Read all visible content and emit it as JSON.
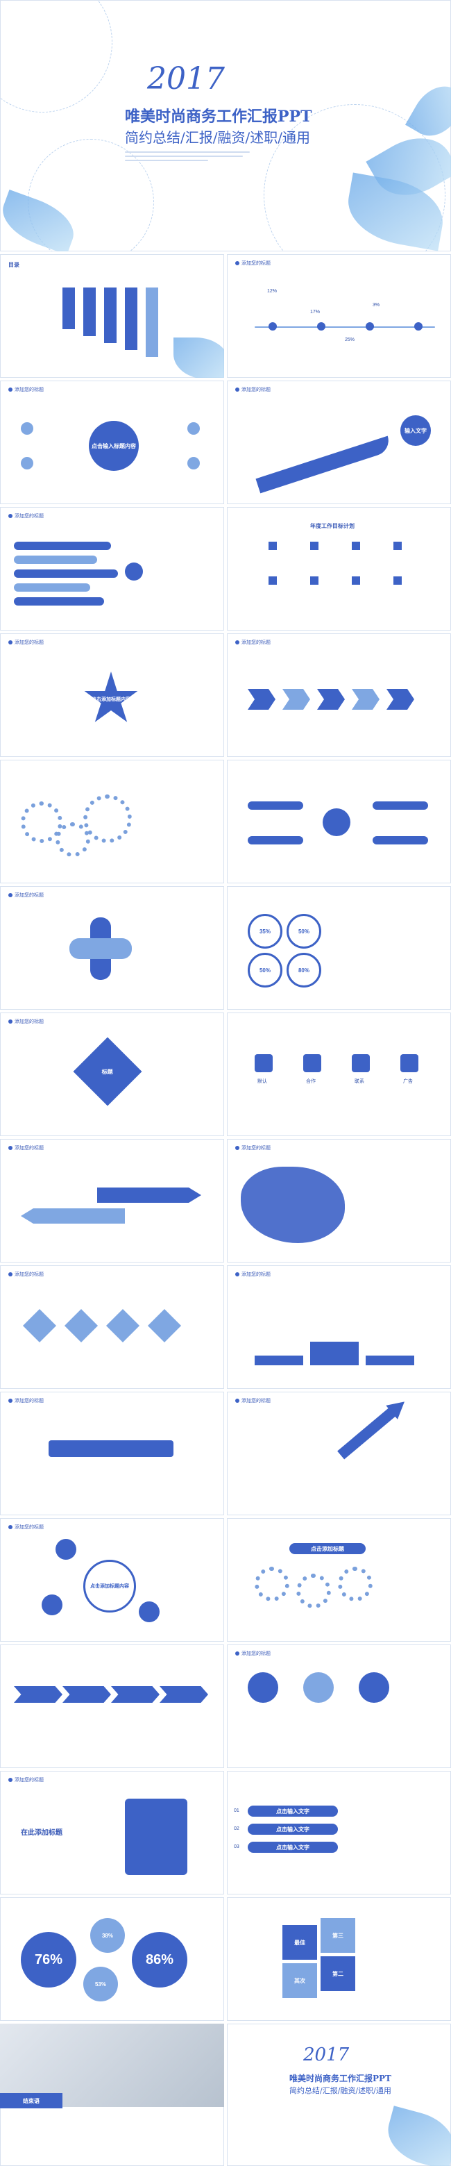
{
  "cover": {
    "year": "2017",
    "title_line1": "唯美时尚商务工作汇报PPT",
    "title_line2": "简约总结/汇报/融资/述职/通用"
  },
  "header_label": "添加您的标题",
  "slide2": {
    "title": "目录"
  },
  "slide3": {
    "percents": [
      "12%",
      "17%",
      "3%",
      "25%"
    ]
  },
  "slide4": {
    "center_label": "点击输入标题内容"
  },
  "slide5": {
    "end_label": "输入文字"
  },
  "slide7": {
    "title": "年度工作目标计划"
  },
  "slide9": {
    "center_label": "点击添加标题内容"
  },
  "slide14": {
    "values": [
      "35%",
      "50%",
      "50%",
      "80%"
    ]
  },
  "slide15": {
    "center_label": "标题"
  },
  "slide16": {
    "labels": [
      "默认",
      "合作",
      "联系",
      "广告"
    ]
  },
  "slide24": {
    "center_label": "点击添加标题内容"
  },
  "slide25": {
    "label": "点击添加标题"
  },
  "slide30": {
    "label": "在此添加标题"
  },
  "slide31": {
    "items": [
      "点击输入文字",
      "点击输入文字",
      "点击输入文字"
    ],
    "nums": [
      "01",
      "02",
      "03"
    ]
  },
  "slide32": {
    "values": [
      "76%",
      "38%",
      "53%",
      "86%"
    ]
  },
  "slide33": {
    "labels": [
      "最佳",
      "第三",
      "其次",
      "第二"
    ]
  },
  "ending": {
    "label": "结束语",
    "year": "2017",
    "title_line1": "唯美时尚商务工作汇报PPT",
    "title_line2": "简约总结/汇报/融资/述职/通用"
  }
}
